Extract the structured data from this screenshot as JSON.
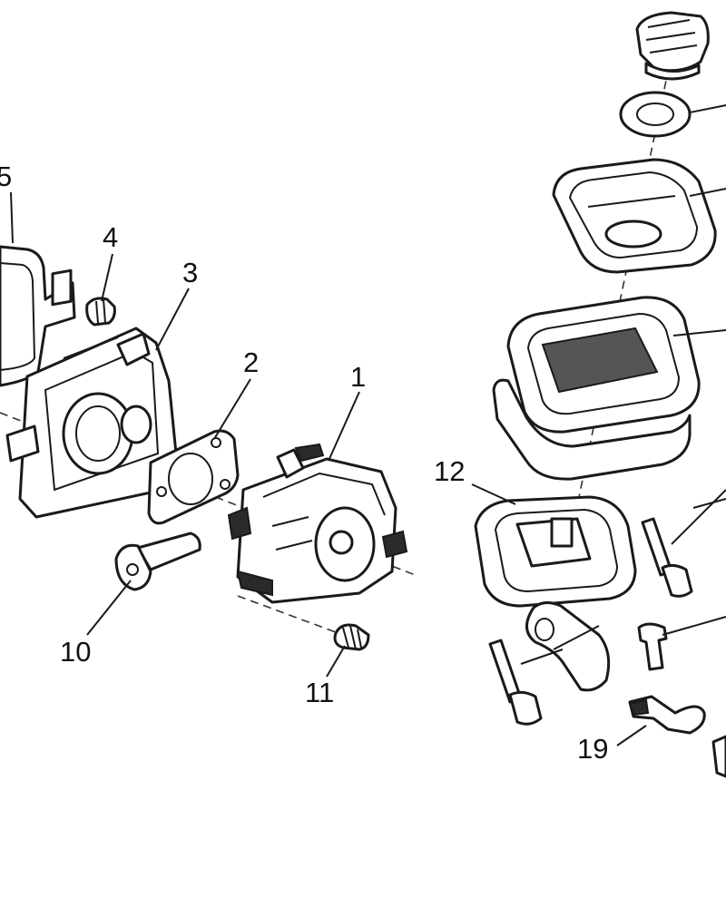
{
  "callouts": [
    {
      "id": "callout-5",
      "label": "5"
    },
    {
      "id": "callout-4",
      "label": "4"
    },
    {
      "id": "callout-3",
      "label": "3"
    },
    {
      "id": "callout-2",
      "label": "2"
    },
    {
      "id": "callout-1",
      "label": "1"
    },
    {
      "id": "callout-10",
      "label": "10"
    },
    {
      "id": "callout-11",
      "label": "11"
    },
    {
      "id": "callout-12",
      "label": "12"
    },
    {
      "id": "callout-19",
      "label": "19"
    }
  ]
}
